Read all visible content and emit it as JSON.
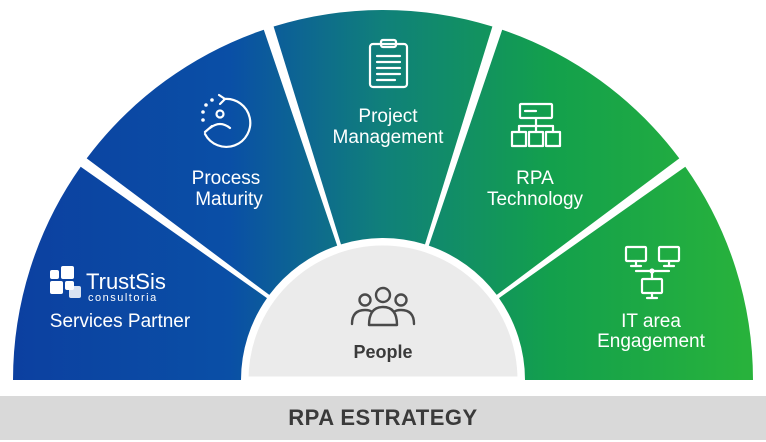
{
  "diagram": {
    "segments": [
      {
        "id": "services",
        "lines": [
          "Services Partner"
        ],
        "icon": "trustsis-logo-icon"
      },
      {
        "id": "maturity",
        "lines": [
          "Process",
          "Maturity"
        ],
        "icon": "process-cycle-icon"
      },
      {
        "id": "project",
        "lines": [
          "Project",
          "Management"
        ],
        "icon": "clipboard-icon"
      },
      {
        "id": "technology",
        "lines": [
          "RPA",
          "Technology"
        ],
        "icon": "flowchart-icon"
      },
      {
        "id": "it",
        "lines": [
          "IT area",
          "Engagement"
        ],
        "icon": "network-computers-icon"
      }
    ],
    "center": {
      "label": "People",
      "icon": "people-group-icon"
    },
    "brand": {
      "name": "TrustSis",
      "tagline": "consultoria"
    },
    "footer": {
      "title": "RPA ESTRATEGY"
    },
    "colors": {
      "blue_dark": "#0d3f9f",
      "teal": "#0f8277",
      "green": "#23b340",
      "center_fill": "#ebebeb",
      "footer_fill": "#d9d9d9",
      "text_dark": "#3a3a3a"
    }
  }
}
